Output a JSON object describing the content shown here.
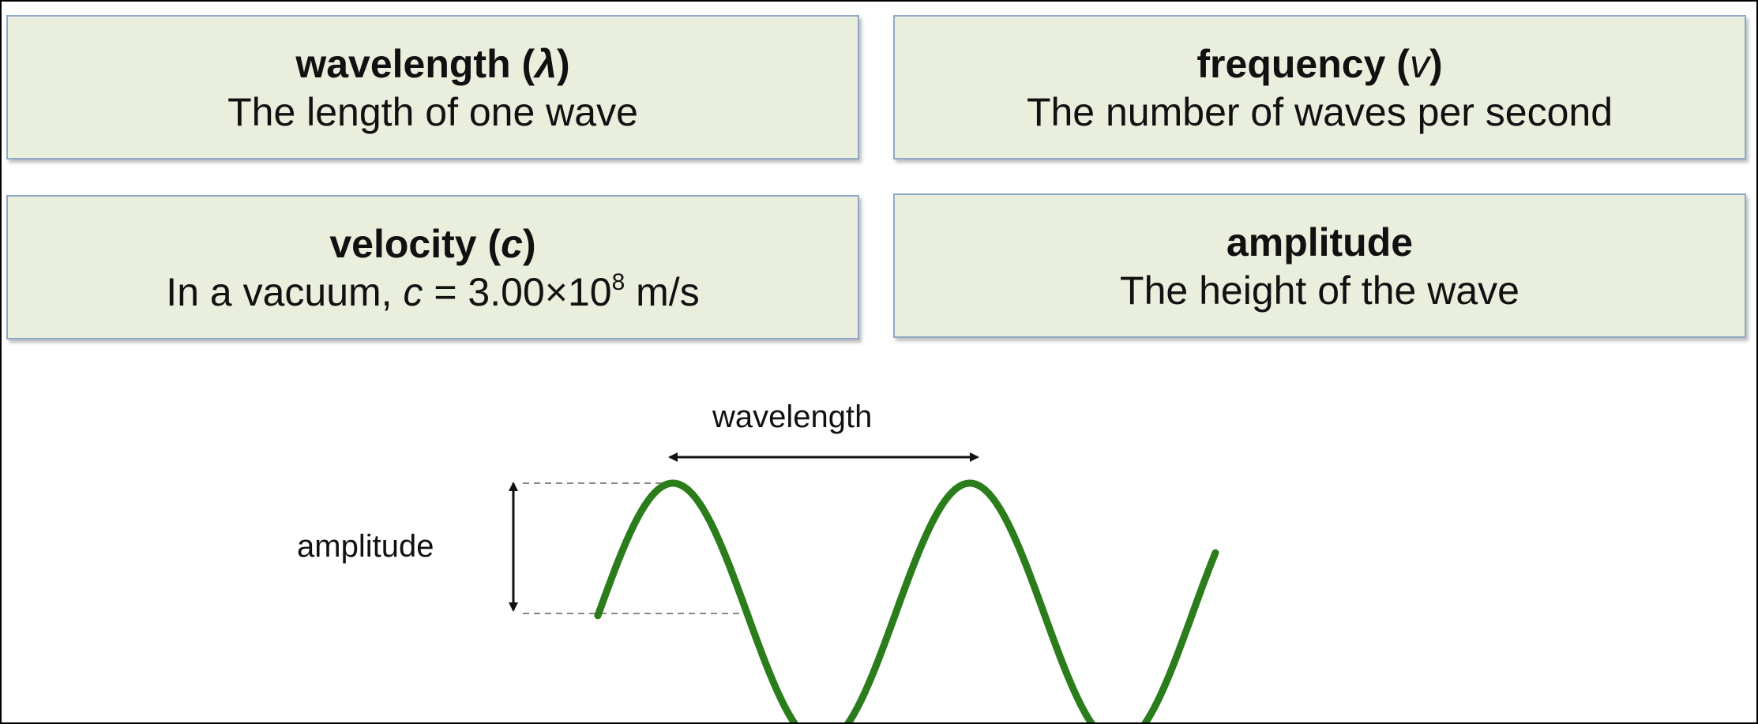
{
  "cards": {
    "wavelength": {
      "title": "wavelength",
      "symbol_open": "(",
      "symbol": "λ",
      "symbol_close": ")",
      "description": "The length of one wave"
    },
    "frequency": {
      "title": "frequency",
      "symbol_open": "(",
      "symbol": "v",
      "symbol_close": ")",
      "description": "The number of waves per second"
    },
    "velocity": {
      "title": "velocity",
      "symbol_open": "(",
      "symbol": "c",
      "symbol_close": ")",
      "description_prefix": "In a vacuum, ",
      "description_symbol": "c",
      "description_eq": " = 3.00×10",
      "description_exp": "8",
      "description_unit": " m/s"
    },
    "amplitude": {
      "title": "amplitude",
      "description": "The height of the wave"
    }
  },
  "diagram": {
    "wavelength_label": "wavelength",
    "amplitude_label": "amplitude",
    "wave_color": "#2a7d1a",
    "card_background": "#e9eedd",
    "card_border": "#8fa8c8"
  }
}
